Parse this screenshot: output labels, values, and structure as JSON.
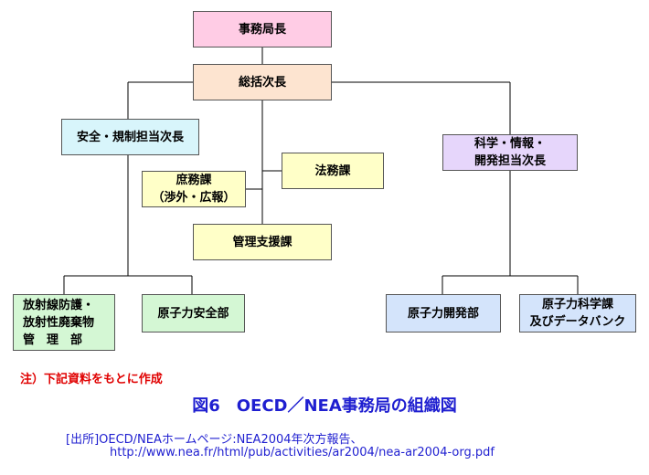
{
  "chart": {
    "nodes": {
      "director_general": "事務局長",
      "deputy_director_general": "総括次長",
      "safety_deputy": "安全・規制担当次長",
      "science_deputy_line1": "科学・情報・",
      "science_deputy_line2": "開発担当次長",
      "general_affairs_line1": "庶務課",
      "general_affairs_line2": "（渉外・広報）",
      "legal_affairs": "法務課",
      "management_support": "管理支援課",
      "radiation_waste_line1": "放射線防護・",
      "radiation_waste_line2": "放射性廃棄物",
      "radiation_waste_line3": "管　理　部",
      "nuclear_safety": "原子力安全部",
      "nuclear_development": "原子力開発部",
      "nuclear_science_line1": "原子力科学課",
      "nuclear_science_line2": "及びデータバンク"
    }
  },
  "note": "注）下記資料をもとに作成",
  "figure_title": "図6　OECD／NEA事務局の組織図",
  "source": {
    "line1": "[出所]OECD/NEAホームページ:NEA2004年次方報告、",
    "line2": "http://www.nea.fr/html/pub/activities/ar2004/nea-ar2004-org.pdf"
  },
  "colors": {
    "title_text": "#1f1fd0",
    "note_text": "#e00000",
    "director_fill": "#ffcce5",
    "deputy_fill": "#fde4d0",
    "safety_fill": "#d8f5fb",
    "office_fill": "#ffffc8",
    "science_fill": "#e6d6fb",
    "safety_division_fill": "#d4f7d4",
    "science_division_fill": "#d4e4fb"
  }
}
